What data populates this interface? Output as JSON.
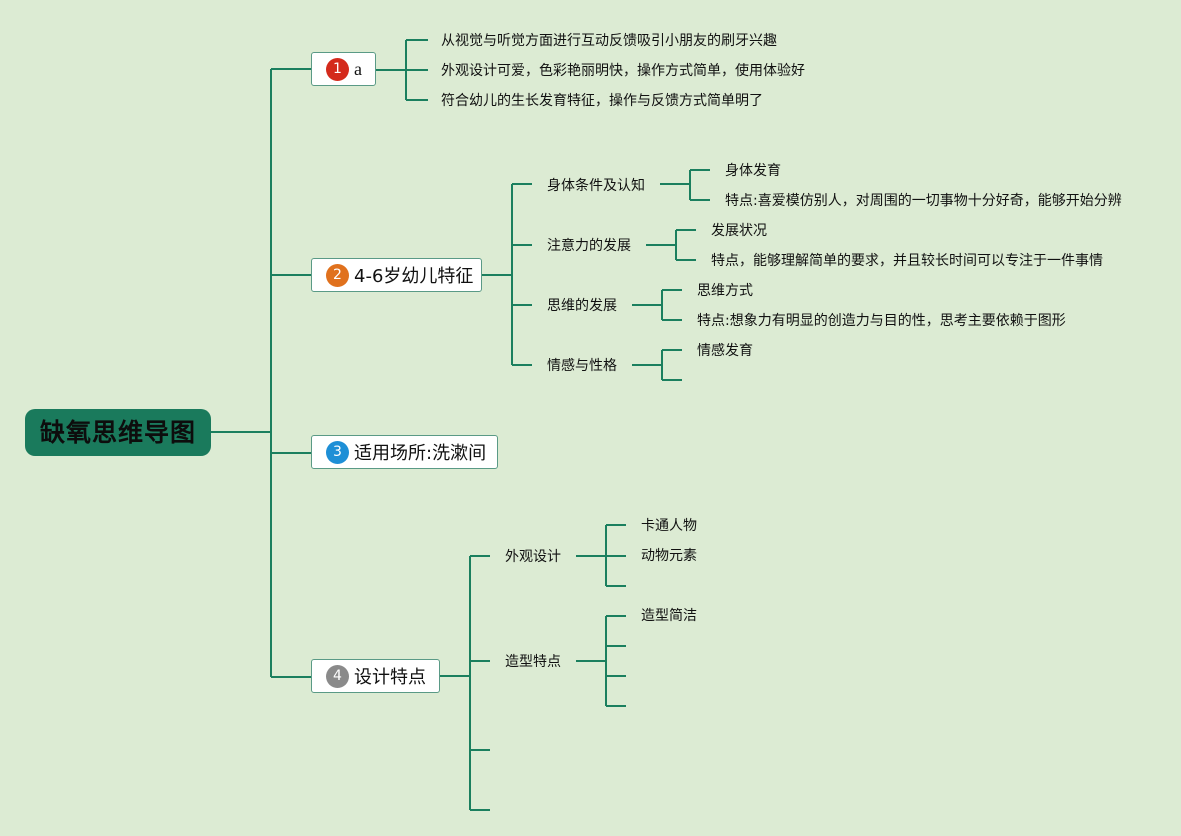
{
  "root": {
    "title": "缺氧思维导图"
  },
  "colors": {
    "line": "#1b7f5e",
    "root_bg": "#1a7a5c",
    "background": "#dcebd3",
    "badge1": "#d42a1c",
    "badge2": "#e0711d",
    "badge3": "#1e8fd6",
    "badge4": "#8a8a8a"
  },
  "branches": [
    {
      "number": "1",
      "label": "a",
      "children": [
        "从视觉与听觉方面进行互动反馈吸引小朋友的刷牙兴趣",
        "外观设计可爱，色彩艳丽明快，操作方式简单，使用体验好",
        "符合幼儿的生长发育特征，操作与反馈方式简单明了"
      ]
    },
    {
      "number": "2",
      "label": "4-6岁幼儿特征",
      "children": [
        {
          "label": "身体条件及认知",
          "children": [
            "身体发育",
            "特点:喜爱模仿别人，对周围的一切事物十分好奇，能够开始分辨"
          ]
        },
        {
          "label": "注意力的发展",
          "children": [
            "发展状况",
            "特点，能够理解简单的要求，并且较长时间可以专注于一件事情"
          ]
        },
        {
          "label": "思维的发展",
          "children": [
            "思维方式",
            "特点:想象力有明显的创造力与目的性，思考主要依赖于图形"
          ]
        },
        {
          "label": "情感与性格",
          "children": [
            "情感发育",
            ""
          ]
        }
      ]
    },
    {
      "number": "3",
      "label": "适用场所:洗漱间",
      "children": []
    },
    {
      "number": "4",
      "label": "设计特点",
      "children": [
        {
          "label": "外观设计",
          "children": [
            "卡通人物",
            "动物元素",
            ""
          ]
        },
        {
          "label": "造型特点",
          "children": [
            "造型简洁",
            "",
            "",
            ""
          ]
        },
        {
          "label": "",
          "children": []
        },
        {
          "label": "",
          "children": []
        }
      ]
    }
  ]
}
